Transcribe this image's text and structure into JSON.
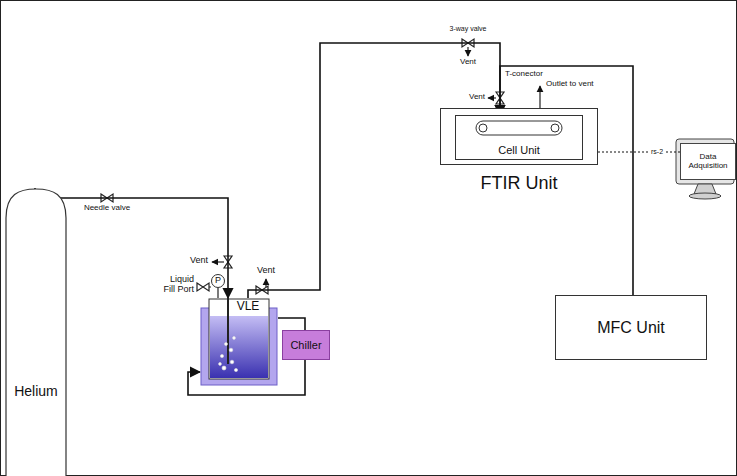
{
  "diagram": {
    "nodes": [
      {
        "text": [
          "Helium"
        ]
      },
      {
        "text": [
          "P"
        ]
      },
      {
        "text": [
          "VLE"
        ]
      },
      {
        "text": [
          "Chiller"
        ]
      },
      {
        "text": [
          "FTIR Unit"
        ]
      },
      {
        "text": [
          "Cell Unit"
        ],
        "in": 4
      },
      {
        "text": [
          "Data Adquisition"
        ]
      },
      {
        "text": [
          "MFC Unit"
        ]
      }
    ],
    "edges": [
      {
        "from": 0,
        "to": 2,
        "arrow": "to"
      },
      {
        "from": 2,
        "to": 5,
        "arrow": "to"
      },
      {
        "from": 7,
        "to": 5,
        "arrow": "to"
      },
      {
        "from": 4,
        "to": 6,
        "label": "rs-2",
        "arrow": "none"
      },
      {
        "from": 2,
        "to": 3,
        "arrow": "none"
      },
      {
        "from": 3,
        "to": 2,
        "arrow": "to"
      }
    ],
    "labels": [
      "Needle valve",
      "Vent",
      "Liquid Fill Port",
      "Vent",
      "3-way valve",
      "Vent",
      "T-conector",
      "Vent",
      "Outlet to vent"
    ]
  }
}
